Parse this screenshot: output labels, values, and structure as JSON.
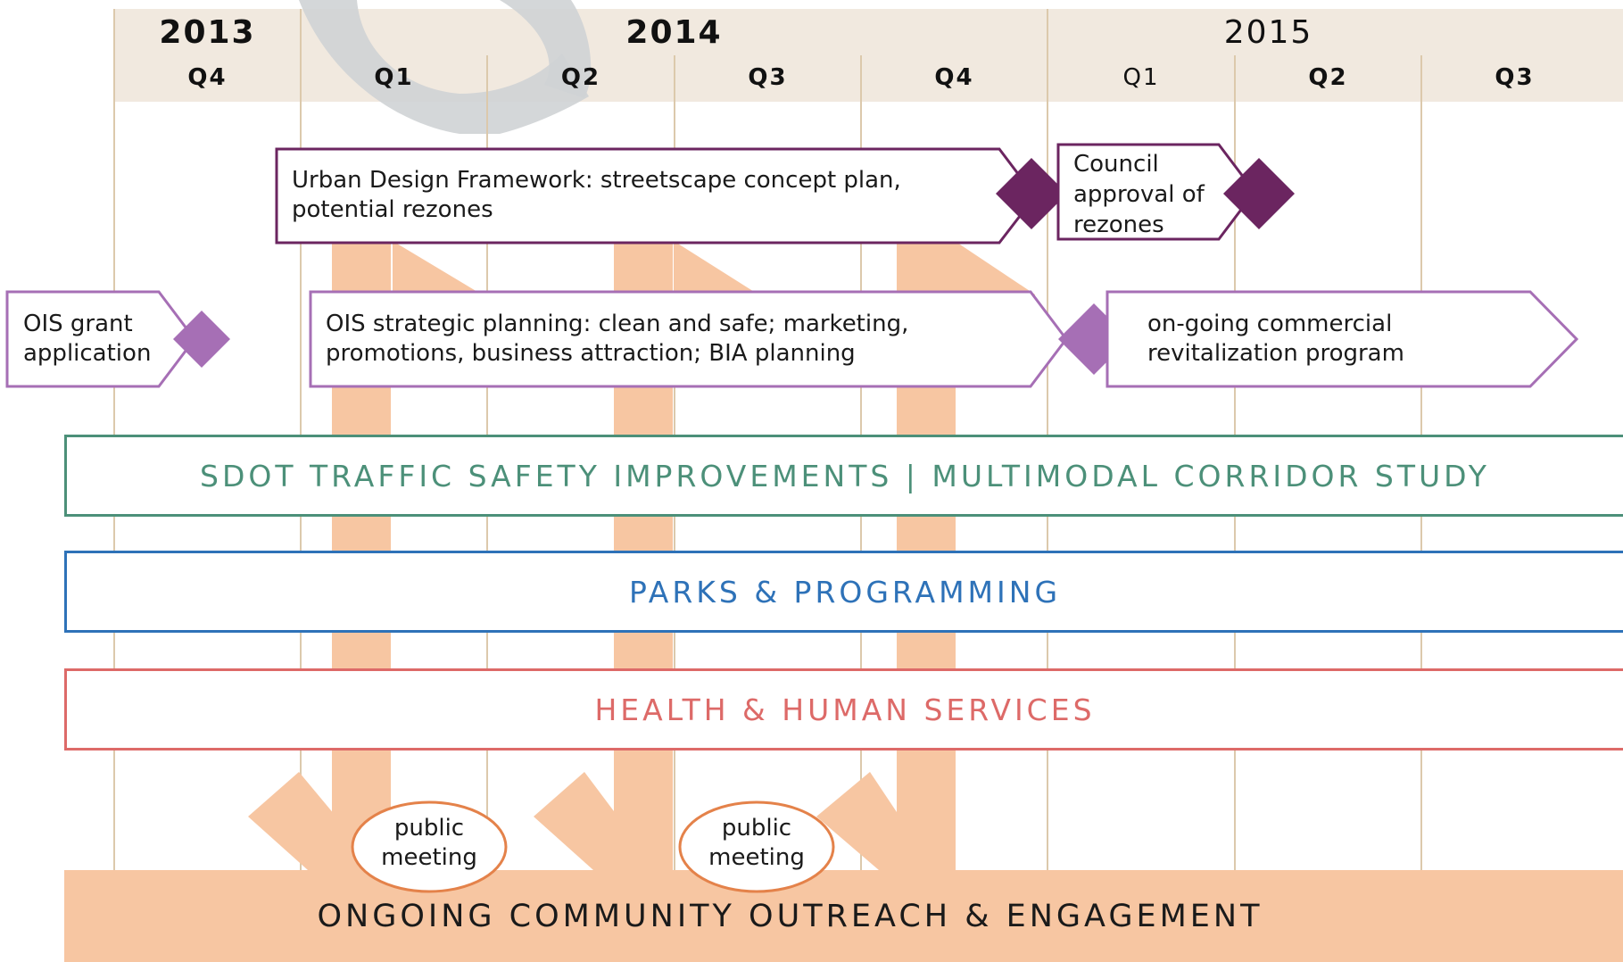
{
  "colors": {
    "header_bg": "#f1e9df",
    "grid_line": "#dcc9ac",
    "flow": "#f7c6a2",
    "purple_dark": "#6b2560",
    "purple_light": "#a66fb5",
    "teal": "#4c9079",
    "blue": "#2e72b8",
    "red": "#dd6a68",
    "outreach_bg": "#f7c6a2",
    "watermark": "#cfd3d5"
  },
  "header": {
    "years": [
      {
        "label": "2013",
        "bold": true
      },
      {
        "label": "2014",
        "bold": true
      },
      {
        "label": "2015",
        "bold": false
      }
    ],
    "quarters": [
      {
        "label": "Q4",
        "bold": true
      },
      {
        "label": "Q1",
        "bold": true
      },
      {
        "label": "Q2",
        "bold": true
      },
      {
        "label": "Q3",
        "bold": true
      },
      {
        "label": "Q4",
        "bold": true
      },
      {
        "label": "Q1",
        "bold": false
      },
      {
        "label": "Q2",
        "bold": true
      },
      {
        "label": "Q3",
        "bold": true
      }
    ]
  },
  "tasks": {
    "urban_design": "Urban Design Framework: streetscape concept plan,\npotential rezones",
    "council": "Council\napproval of\nrezones",
    "ois_grant": "OIS grant\napplication",
    "ois_planning": "OIS strategic planning: clean and safe; marketing,\npromotions, business attraction; BIA planning",
    "ongoing": "on-going commercial\nrevitalization program"
  },
  "bands": {
    "sdot": "SDOT TRAFFIC SAFETY IMPROVEMENTS | MULTIMODAL CORRIDOR STUDY",
    "parks": "PARKS & PROGRAMMING",
    "health": "HEALTH & HUMAN SERVICES",
    "outreach": "ONGOING COMMUNITY OUTREACH & ENGAGEMENT"
  },
  "meetings": [
    "public\nmeeting",
    "public\nmeeting"
  ]
}
